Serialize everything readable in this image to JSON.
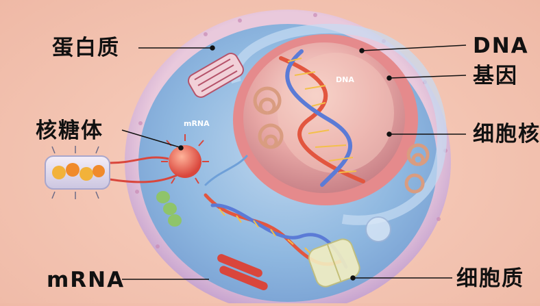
{
  "labels": {
    "protein": "蛋白质",
    "ribosome": "核糖体",
    "mrna": "mRNA",
    "dna": "DNA",
    "gene": "基因",
    "nucleus": "细胞核",
    "cytoplasm": "细胞质"
  },
  "in_figure": {
    "dna_tag": "DNA",
    "mrna_tag": "mRNA"
  },
  "colors": {
    "background": "#f4c6b4",
    "cell_membrane": "#d9b7d4",
    "cytoplasm": "#9fc4e4",
    "nucleus": "#e8a7a4",
    "leader_line": "#111111"
  }
}
